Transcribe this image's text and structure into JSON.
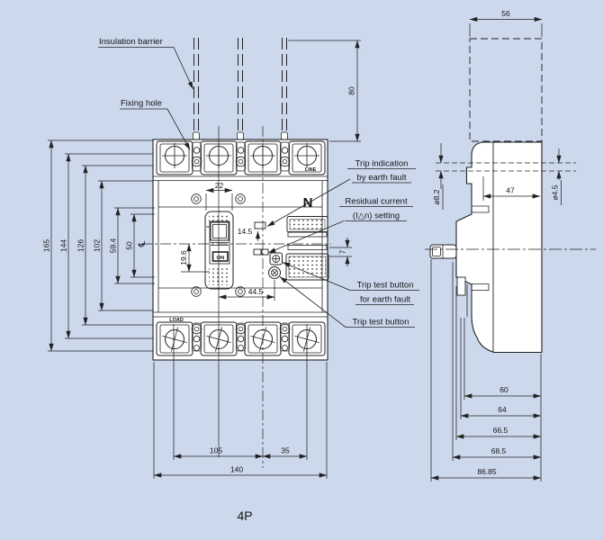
{
  "caption": "4P",
  "colors": {
    "background": "#ccd9ed",
    "line": "#222222",
    "body_fill": "#ffffff",
    "text": "#151515"
  },
  "front_view": {
    "callouts": {
      "insulation_barrier": "Insulation barrier",
      "fixing_hole": "Fixing hole",
      "trip_indication": [
        "Trip indication",
        "by earth fault"
      ],
      "residual_current": [
        "Residual current",
        "(I△n) setting"
      ],
      "trip_test_earth": [
        "Trip test button",
        "for earth fault"
      ],
      "trip_test": "Trip test button"
    },
    "markings": {
      "line": "LINE",
      "load": "LOAD",
      "neutral": "N",
      "on": "ON",
      "centerline": "℄"
    },
    "dims": {
      "heights": [
        "165",
        "144",
        "126",
        "102",
        "59.4",
        "50"
      ],
      "handle_width": "22",
      "indicator_offset": "14.5",
      "handle_travel": "19.6",
      "button_offset": "44.5",
      "label_gap": "7",
      "barrier_length": "80",
      "pole_span": "105",
      "pole_pitch": "35",
      "overall_width": "140"
    }
  },
  "side_view": {
    "dims": {
      "barrier_width": "56",
      "mounting_hole_dia": "ø8.2",
      "hole_to_front": "47",
      "screw_hole_dia": "ø4.5",
      "depths": [
        "60",
        "64",
        "66.5",
        "68.5",
        "86.85"
      ]
    }
  }
}
